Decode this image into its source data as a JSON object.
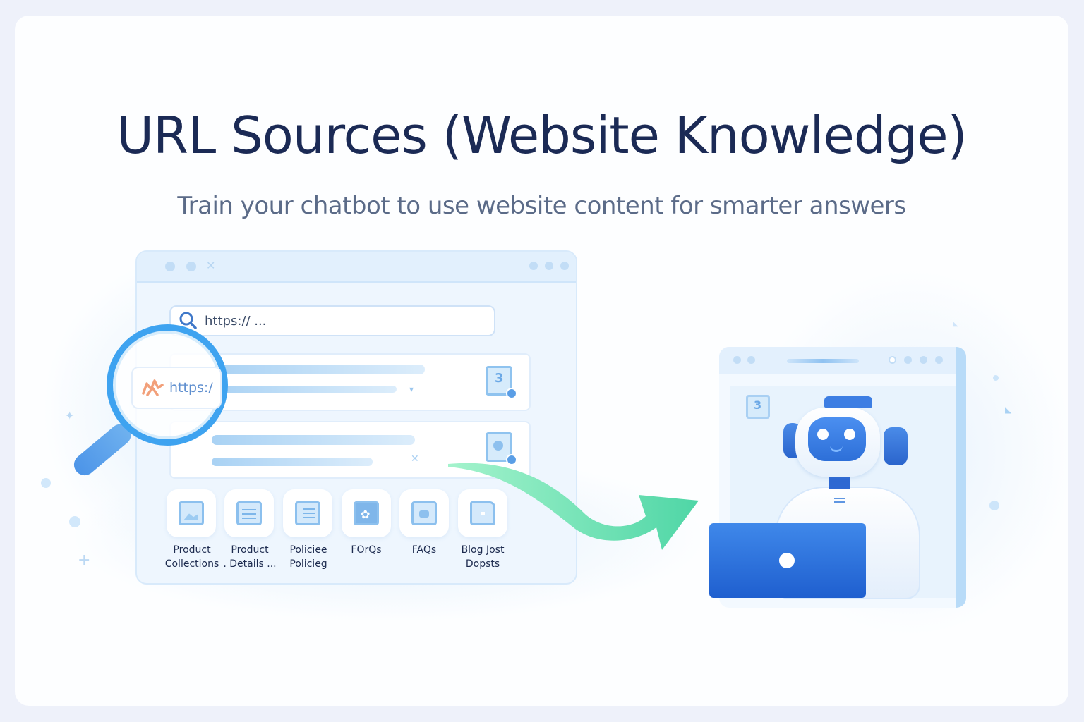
{
  "header": {
    "title": "URL Sources (Website Knowledge)",
    "subtitle": "Train your chatbot to use website content for smarter answers"
  },
  "illustration": {
    "browser_left": {
      "url_bar_text": "https:// ...",
      "url_bar_icon": "search-icon",
      "rows": [
        {
          "icon": "document-number-icon"
        },
        {
          "icon": "document-image-icon"
        }
      ]
    },
    "magnifier": {
      "inner_text": "https:/",
      "inner_icon": "site-logo-icon"
    },
    "categories": [
      {
        "label_line1": "Product",
        "label_line2": "Collections",
        "icon": "image-gallery-icon"
      },
      {
        "label_line1": "Product",
        "label_line2": ". Details ...",
        "icon": "document-lines-icon"
      },
      {
        "label_line1": "Policiee",
        "label_line2": "Policieg",
        "icon": "policy-document-icon"
      },
      {
        "label_line1": "FOrQs",
        "label_line2": "",
        "icon": "puzzle-icon"
      },
      {
        "label_line1": "FAQs",
        "label_line2": "",
        "icon": "chat-window-icon"
      },
      {
        "label_line1": "Blog Jost",
        "label_line2": "Dopsts",
        "icon": "folder-icon"
      }
    ],
    "arrow": {
      "color_start": "#9af0c4",
      "color_end": "#4fd6a6",
      "icon": "curved-arrow-icon"
    },
    "browser_right": {
      "icon": "document-number-icon",
      "robot": {
        "icon": "robot-icon",
        "face_color": "#2f72dc",
        "laptop_color": "#2563d3"
      }
    }
  },
  "colors": {
    "page_bg": "#eef1fa",
    "card_bg": "#fdfeff",
    "title": "#1b2a55",
    "subtitle": "#5b6b88",
    "accent_blue": "#3ea3f0",
    "accent_orange": "#f2a07a"
  }
}
